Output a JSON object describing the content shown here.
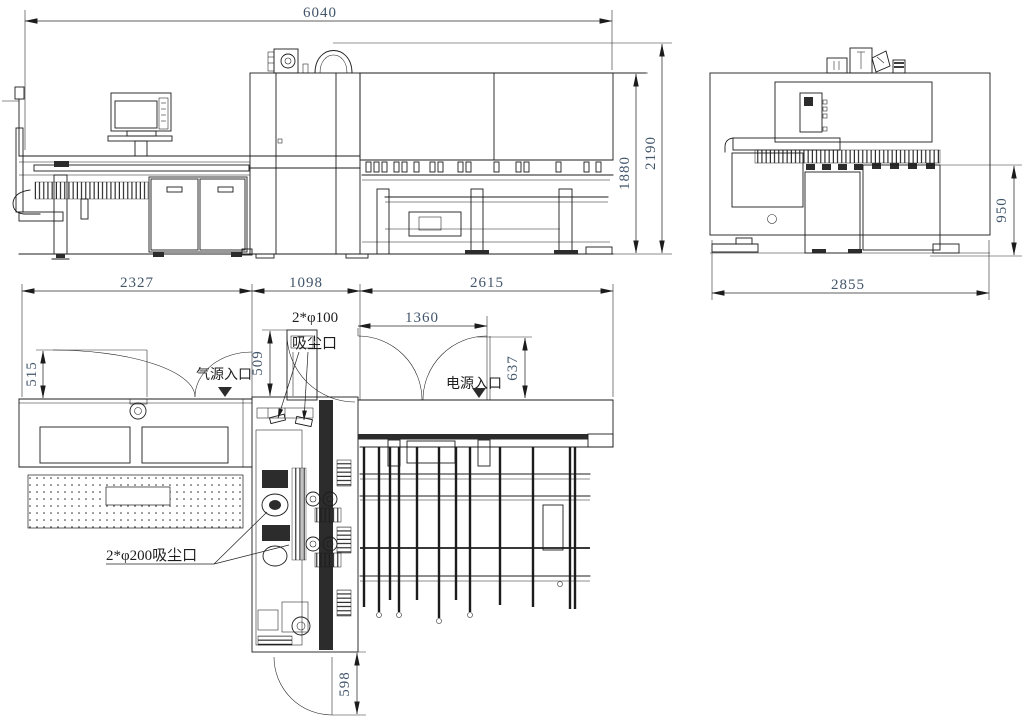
{
  "drawing": {
    "type": "machine-installation-cad-drawing",
    "colors": {
      "background": "#ffffff",
      "line": "#1c1c1c",
      "dim_text": "#41556b",
      "label_text": "#1d1d1d"
    },
    "views": {
      "front": {
        "dims": {
          "overall_width": "6040",
          "table_height": "1880",
          "overall_height": "2190"
        }
      },
      "side": {
        "dims": {
          "overall_depth": "2855",
          "conveyor_height": "950"
        }
      },
      "plan": {
        "dims": {
          "infeed_length": "2327",
          "center_length": "1098",
          "outfeed_length": "2615",
          "door_opening": "1360",
          "dust_box_offset": "509",
          "left_door_swing": "515",
          "right_door_swing": "637",
          "bottom_door_swing": "598"
        },
        "labels": {
          "dust_port_top_line1": "2*φ100",
          "dust_port_top_line2": "吸尘口",
          "dust_port_side": "2*φ200吸尘口",
          "air_inlet": "气源入口",
          "power_inlet": "电源入口"
        }
      }
    }
  }
}
